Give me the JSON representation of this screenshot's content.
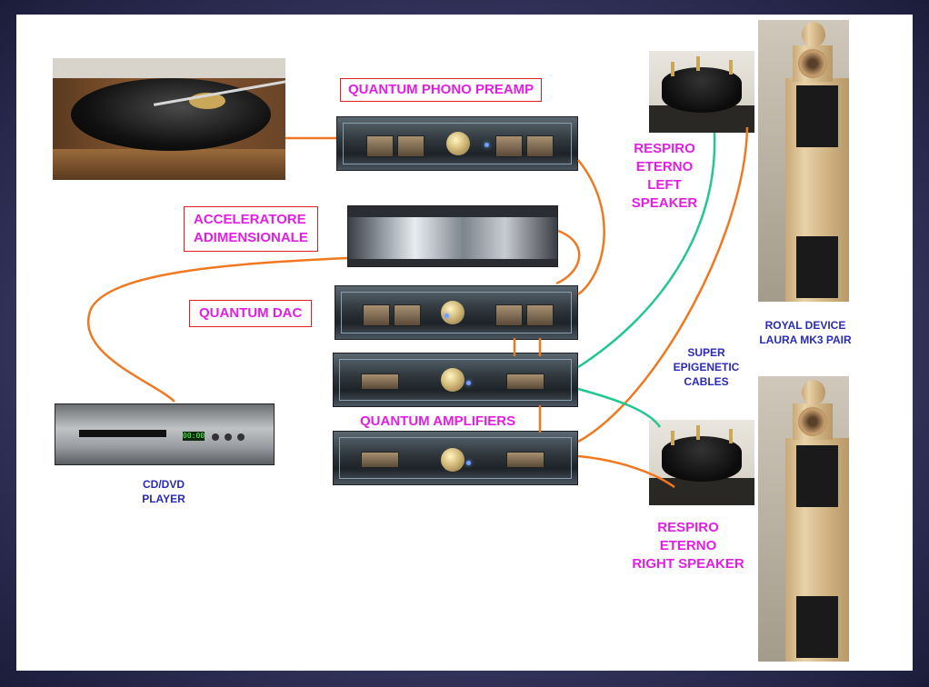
{
  "labels": {
    "phono_preamp": "QUANTUM PHONO PREAMP",
    "accelerator_line1": "ACCELERATORE",
    "accelerator_line2": "ADIMENSIONALE",
    "dac": "QUANTUM DAC",
    "amplifiers": "QUANTUM AMPLIFIERS",
    "cd_line1": "CD/DVD",
    "cd_line2": "PLAYER",
    "left_speaker_line1": "RESPIRO",
    "left_speaker_line2": "ETERNO",
    "left_speaker_line3": "LEFT",
    "left_speaker_line4": "SPEAKER",
    "right_speaker_line1": "RESPIRO",
    "right_speaker_line2": "ETERNO",
    "right_speaker_line3": "RIGHT SPEAKER",
    "royal_line1": "ROYAL DEVICE",
    "royal_line2": "LAURA MK3 PAIR",
    "cables_line1": "SUPER",
    "cables_line2": "EPIGENETIC",
    "cables_line3": "CABLES",
    "cd_display": "00:00"
  },
  "colors": {
    "label_magenta": "#e21ee2",
    "label_blue": "#2a2ab8",
    "box_border": "#e02020",
    "wire_orange": "#f07820",
    "wire_teal": "#20c890",
    "frame": "#3a3a66"
  },
  "icons": {
    "turntable": "turntable-photo",
    "phono": "phono-preamp-photo",
    "accelerator": "accelerator-photo",
    "dac": "dac-photo",
    "amp_top": "amplifier-photo",
    "amp_bottom": "amplifier-photo",
    "cd": "cd-player-photo",
    "speaker_left": "speaker-photo",
    "speaker_right": "speaker-photo",
    "tower_top": "tower-speaker-photo",
    "tower_bottom": "tower-speaker-photo"
  }
}
